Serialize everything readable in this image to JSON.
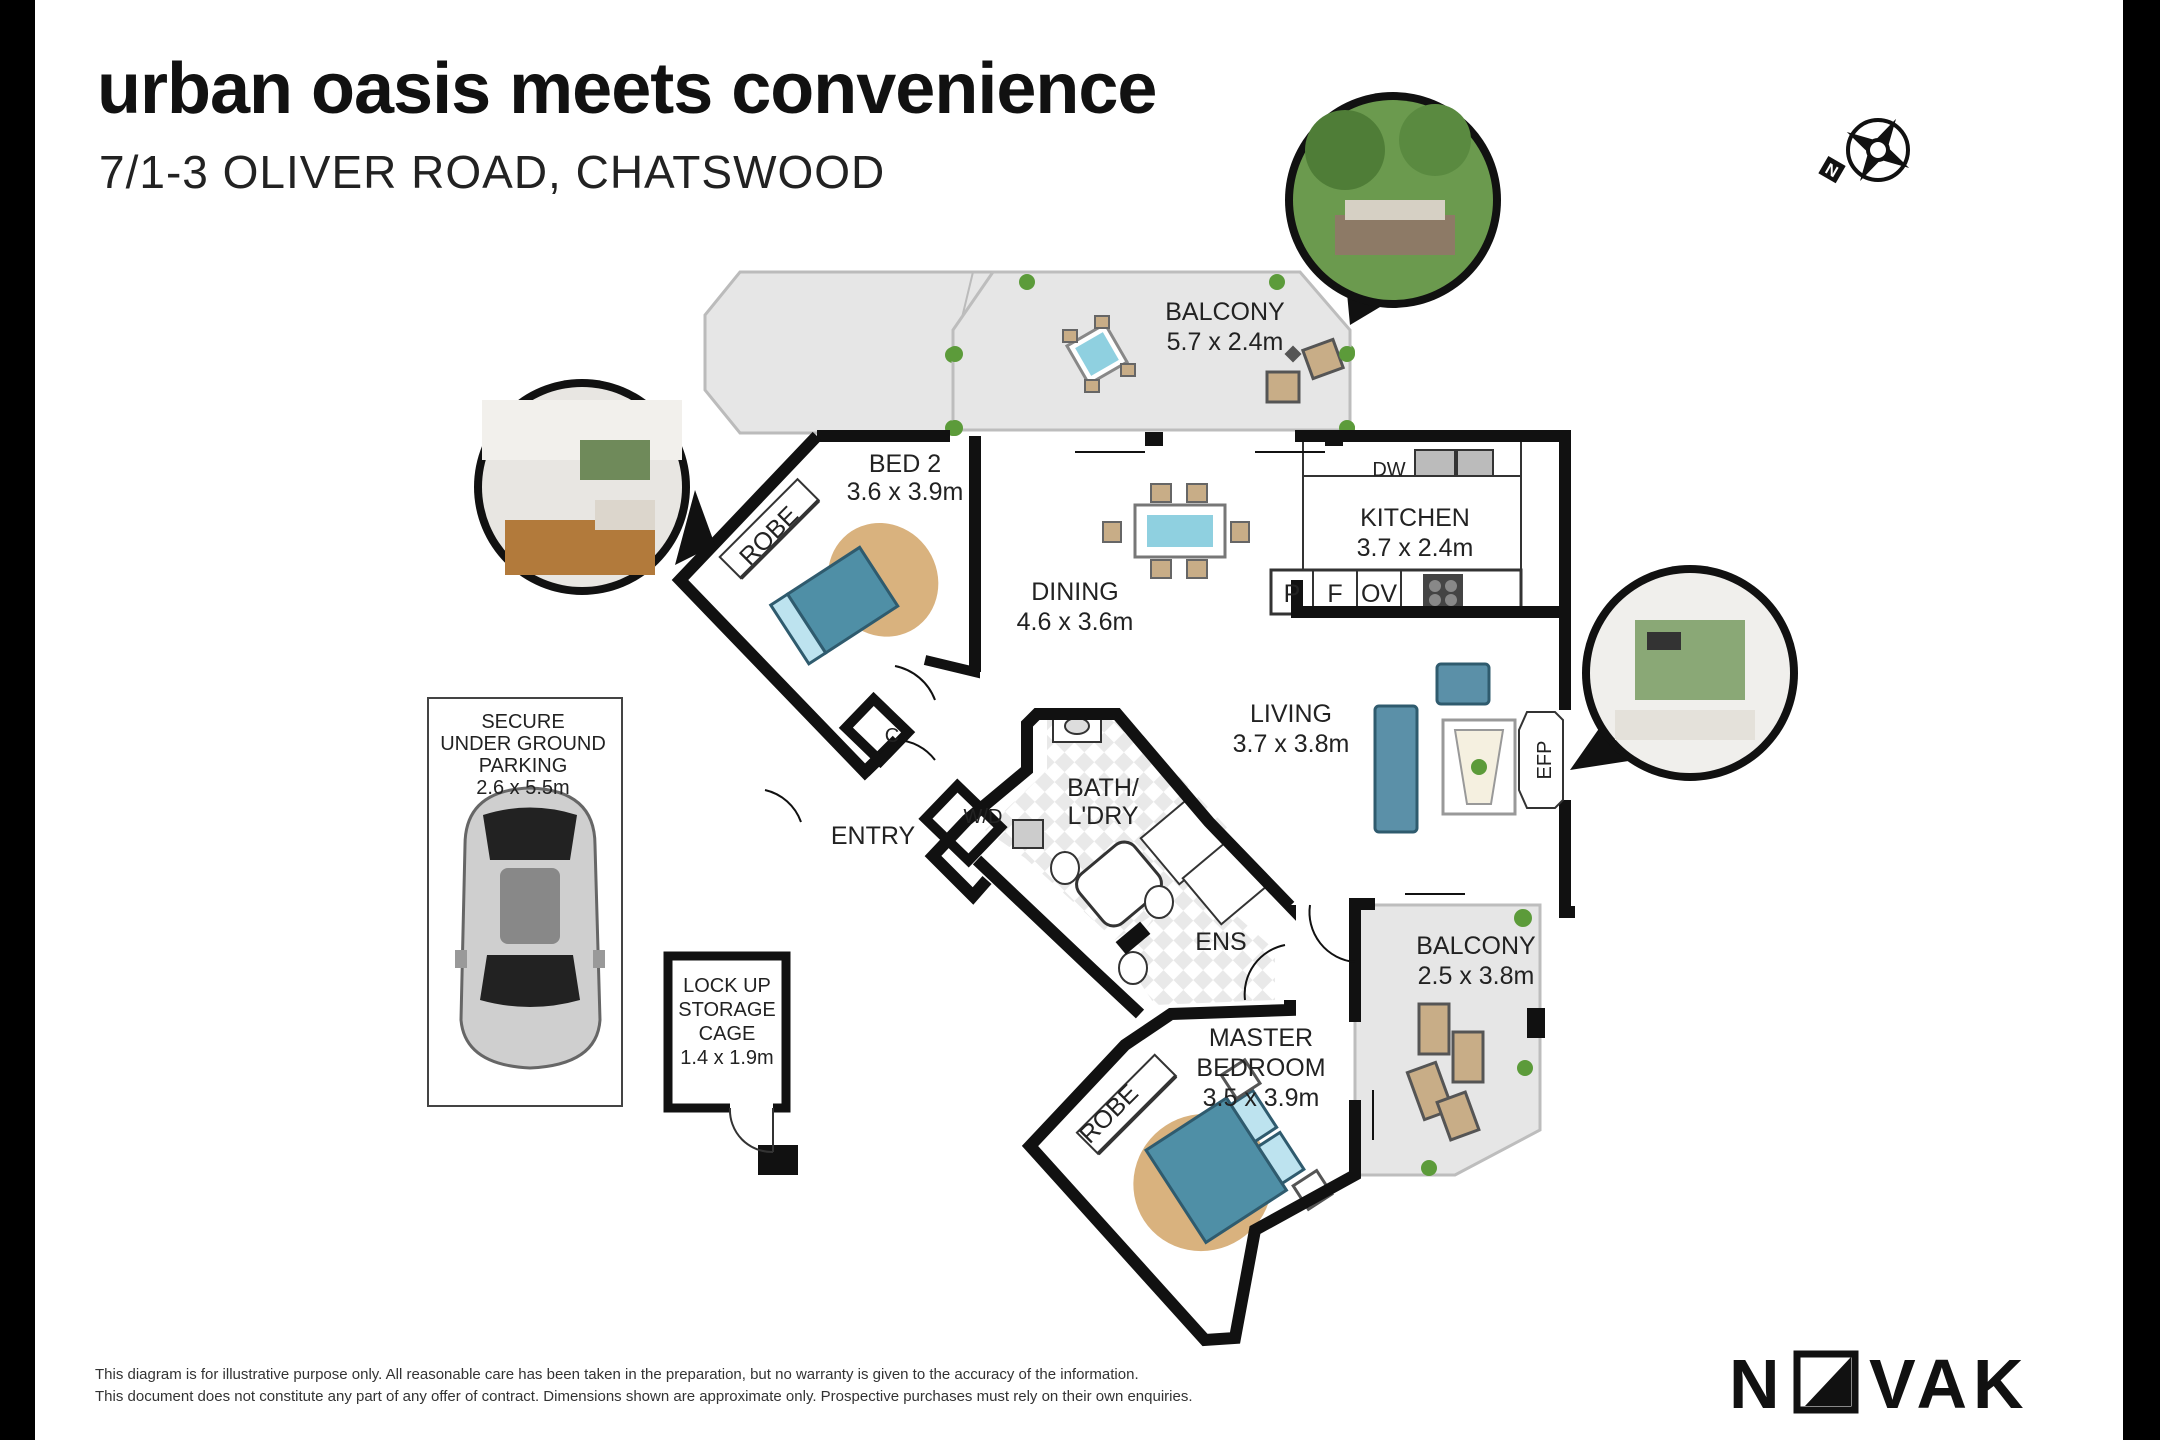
{
  "header": {
    "title": "urban oasis meets convenience",
    "address": "7/1-3 OLIVER ROAD, CHATSWOOD"
  },
  "rooms": {
    "balcony_top": {
      "name": "BALCONY",
      "size": "5.7 x 2.4m"
    },
    "bed2": {
      "name": "BED 2",
      "size": "3.6 x 3.9m"
    },
    "robe_bed2": "ROBE",
    "dining": {
      "name": "DINING",
      "size": "4.6 x 3.6m"
    },
    "kitchen": {
      "name": "KITCHEN",
      "size": "3.7 x 2.4m"
    },
    "kitchen_labels": {
      "dw": "DW",
      "p": "P",
      "f": "F",
      "ov": "OV"
    },
    "living": {
      "name": "LIVING",
      "size": "3.7 x 3.8m"
    },
    "efp": "EFP",
    "cupboard": "C",
    "entry": "ENTRY",
    "wd": "W/D",
    "bath": {
      "line1": "BATH/",
      "line2": "L'DRY"
    },
    "ens": "ENS",
    "balcony_side": {
      "name": "BALCONY",
      "size": "2.5 x 3.8m"
    },
    "master": {
      "line1": "MASTER",
      "line2": "BEDROOM",
      "size": "3.5 x 3.9m"
    },
    "robe_master": "ROBE",
    "parking": {
      "line1": "SECURE",
      "line2": "UNDER GROUND",
      "line3": "PARKING",
      "size": "2.6 x 5.5m"
    },
    "storage": {
      "line1": "LOCK UP",
      "line2": "STORAGE",
      "line3": "CAGE",
      "size": "1.4 x 1.9m"
    }
  },
  "compass": {
    "label": "N"
  },
  "footer": {
    "line1": "This diagram is for illustrative purpose only. All reasonable care has been taken in the preparation, but no warranty is given to the accuracy of the information.",
    "line2": "This document does not constitute any part of any offer of contract. Dimensions shown are approximate only. Prospective purchases must rely on their own enquiries."
  },
  "brand": {
    "left": "N",
    "right": "VAK"
  },
  "colors": {
    "wall": "#111111",
    "balcony": "#e6e6e6",
    "bed": "#4f8fa6",
    "rug": "#d9b27e",
    "sofa": "#5b90a8"
  }
}
